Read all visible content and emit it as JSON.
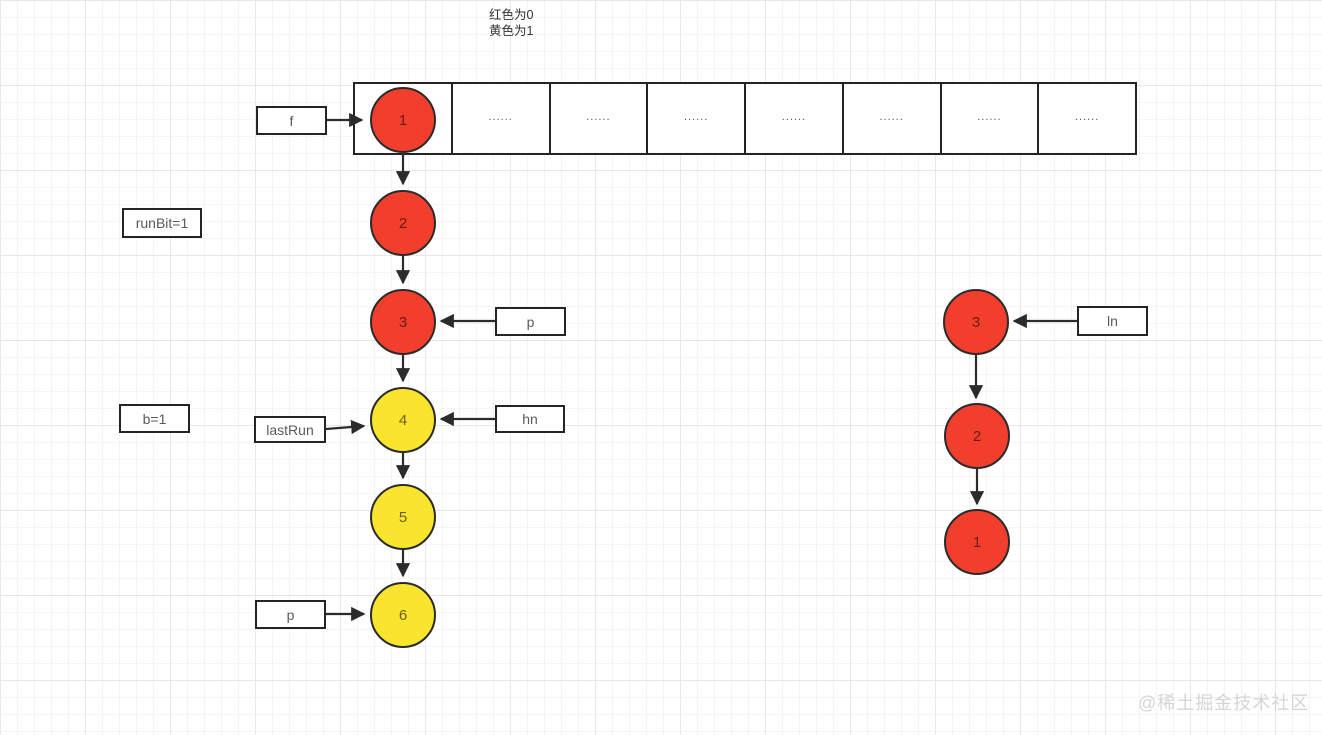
{
  "legend": {
    "line1": "红色为0",
    "line2": "黄色为1"
  },
  "array": {
    "cell_count": 8,
    "placeholder": "......"
  },
  "labels": {
    "f": "f",
    "runBit": "runBit=1",
    "b": "b=1",
    "lastRun": "lastRun",
    "p_top": "p",
    "hn": "hn",
    "p_bottom": "p",
    "ln": "ln"
  },
  "chains": {
    "main": {
      "nodes": [
        {
          "label": "1",
          "color": "red"
        },
        {
          "label": "2",
          "color": "red"
        },
        {
          "label": "3",
          "color": "red"
        },
        {
          "label": "4",
          "color": "yellow"
        },
        {
          "label": "5",
          "color": "yellow"
        },
        {
          "label": "6",
          "color": "yellow"
        }
      ]
    },
    "right": {
      "nodes": [
        {
          "label": "3",
          "color": "red"
        },
        {
          "label": "2",
          "color": "red"
        },
        {
          "label": "1",
          "color": "red"
        }
      ]
    }
  },
  "colors": {
    "node_red": "#f23e2d",
    "node_yellow": "#f9e52e",
    "stroke": "#2b2b2b",
    "grid_minor": "#f4f4f4",
    "grid_major": "#e8e8e8",
    "watermark": "#d5d5d5"
  },
  "watermark": "@稀土掘金技术社区"
}
